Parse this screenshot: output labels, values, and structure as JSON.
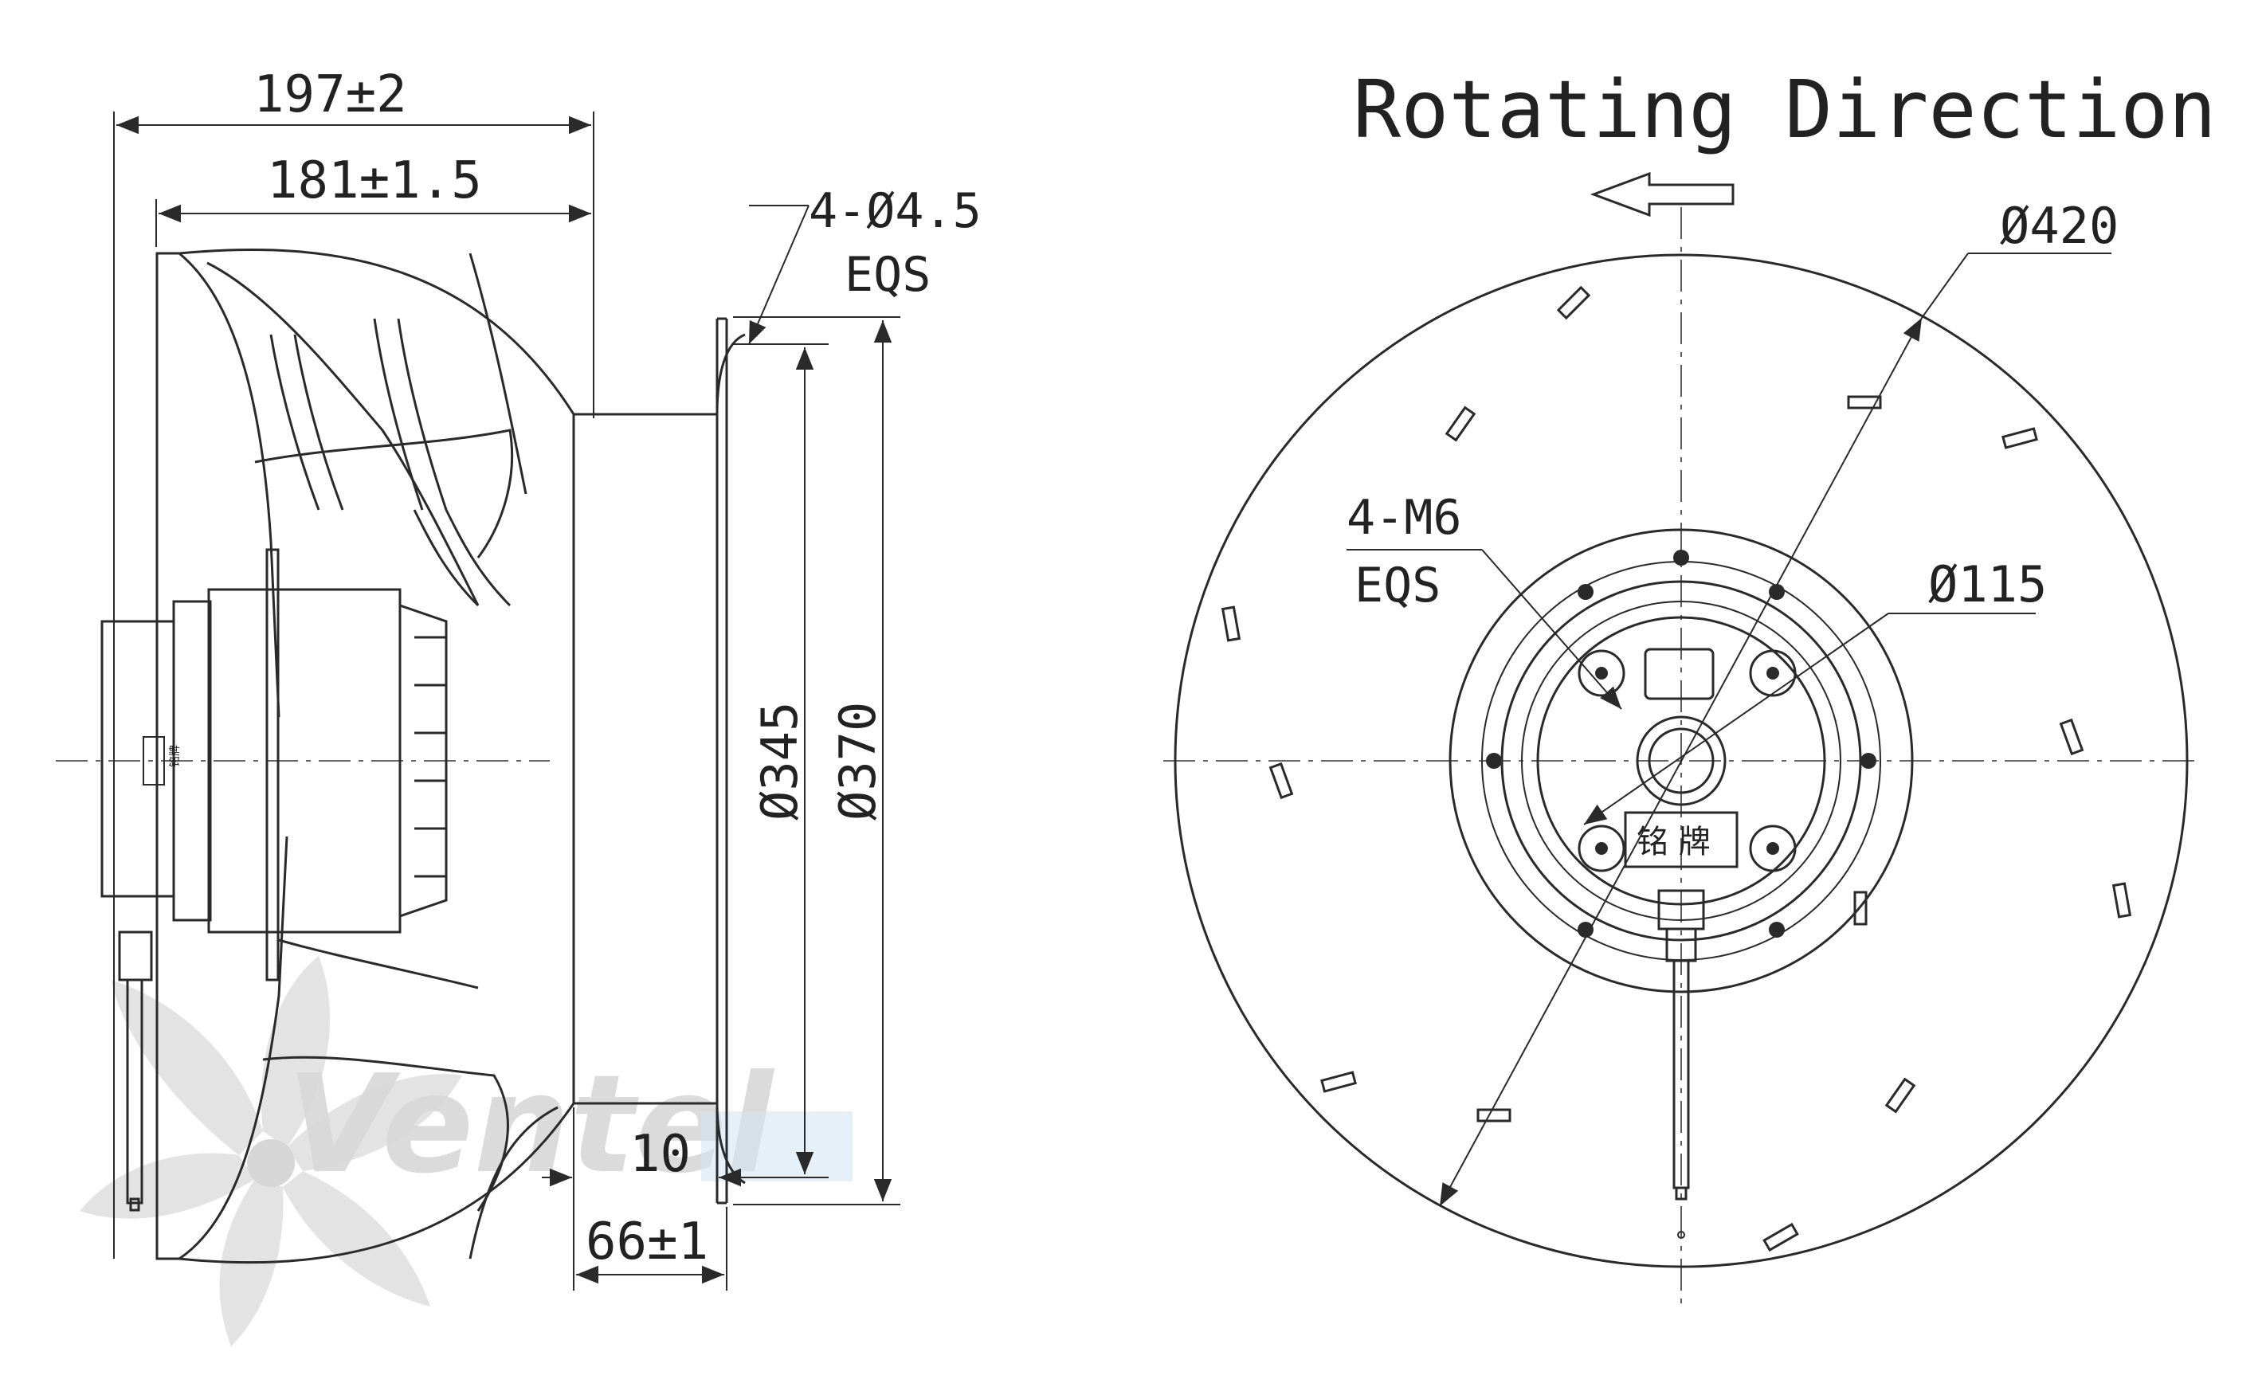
{
  "side_view": {
    "dim_overall_length": "197±2",
    "dim_impeller_length": "181±1.5",
    "dim_mount_holes": "4-Ø4.5",
    "dim_mount_holes_note": "EQS",
    "dim_inlet_diameter": "Ø345",
    "dim_ring_diameter": "Ø370",
    "dim_flange_thickness": "10",
    "dim_ring_depth": "66±1",
    "motor_label_text": "铭牌"
  },
  "front_view": {
    "title": "Rotating Direction",
    "arrow_direction": "left",
    "dim_impeller_diameter": "Ø420",
    "dim_motor_bolts": "4-M6",
    "dim_motor_bolts_note": "EQS",
    "dim_bolt_circle": "Ø115",
    "nameplate_label": "铭 牌"
  },
  "watermark": {
    "brand_text": "Ventel",
    "color_dark": "#d8d8d8",
    "color_blue": "#cfe3f2"
  },
  "colors": {
    "line": "#2a2a2a",
    "background": "#ffffff"
  }
}
